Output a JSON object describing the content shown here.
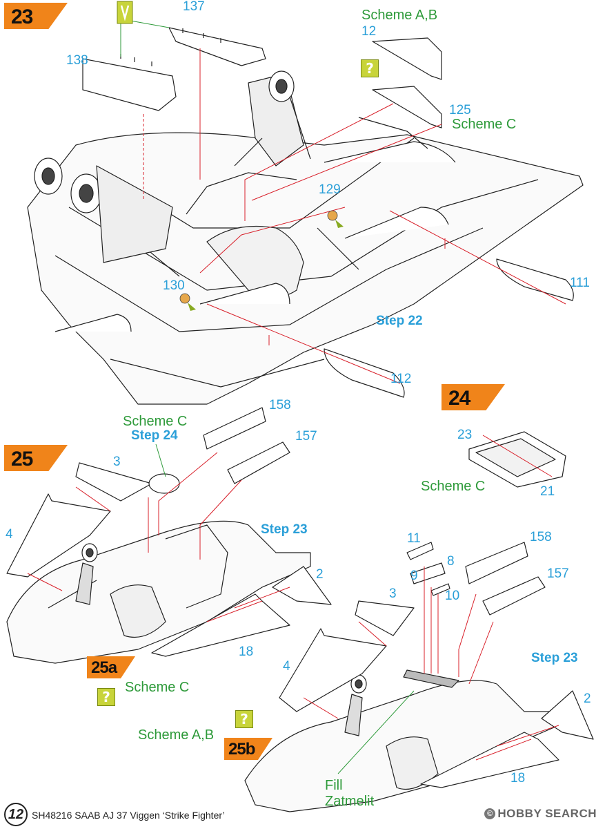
{
  "steps": {
    "s23": "23",
    "s24": "24",
    "s25": "25",
    "s25a": "25a",
    "s25b": "25b"
  },
  "parts": {
    "p137": "137",
    "p138": "138",
    "p12": "12",
    "p125": "125",
    "p129": "129",
    "p130": "130",
    "p111": "111",
    "p112": "112",
    "p158a": "158",
    "p157a": "157",
    "p3a": "3",
    "p4a": "4",
    "p18a": "18",
    "p2a": "2",
    "p23": "23",
    "p21": "21",
    "p11": "11",
    "p8": "8",
    "p9": "9",
    "p10": "10",
    "p158b": "158",
    "p157b": "157",
    "p3b": "3",
    "p4b": "4",
    "p2b": "2",
    "p18b": "18"
  },
  "labels": {
    "scheme_ab_top": "Scheme A,B",
    "scheme_c_top": "Scheme C",
    "step22": "Step 22",
    "scheme_c_25": "Scheme C",
    "step24_ref": "Step 24",
    "step23_a": "Step 23",
    "scheme_c_24": "Scheme C",
    "step23_b": "Step 23",
    "scheme_c_25a": "Scheme C",
    "scheme_ab_25b": "Scheme A,B",
    "fill": "Fill",
    "zatmelit": "Zatmelit"
  },
  "qmark": "?",
  "icons": {
    "glue": "glue-marker-icon",
    "question": "question-box-icon",
    "cut": "cut-marker-icon"
  },
  "footer": {
    "page_number": "12",
    "product_line": "SH48216  SAAB AJ 37 Viggen ‘Strike Fighter’",
    "watermark": "HOBBY SEARCH",
    "watermark_mark": "©"
  },
  "colors": {
    "badge_orange": "#f0841a",
    "part_blue": "#2a9fd8",
    "scheme_green": "#2e9a3a",
    "arrow_red": "#d8202a",
    "question_yellow": "#c8d43a"
  }
}
